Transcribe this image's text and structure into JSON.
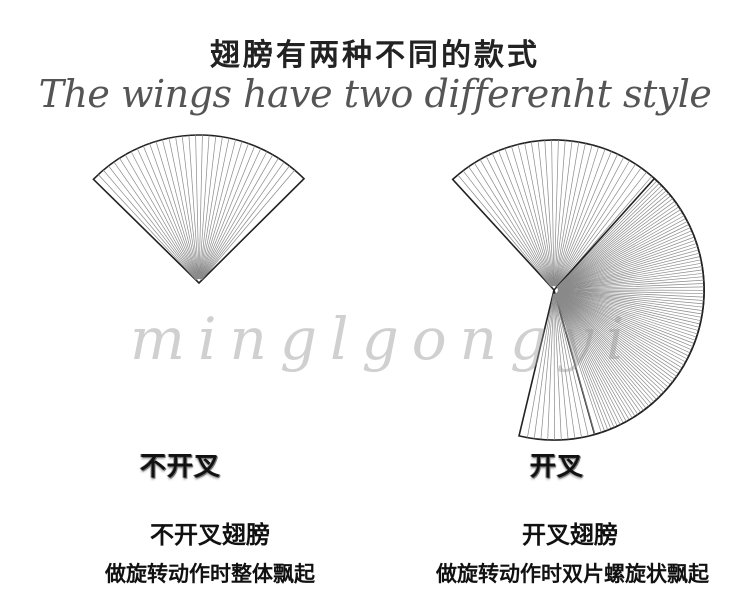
{
  "title_cn": "翅膀有两种不同的款式",
  "title_en": "The wings have two differenht style",
  "watermark": "minglgongyi",
  "left_wing": {
    "label": "不开叉",
    "caption_title": "不开叉翅膀",
    "caption_desc": "做旋转动作时整体飘起"
  },
  "right_wing": {
    "label": "开叉",
    "caption_title": "开叉翅膀",
    "caption_desc": "做旋转动作时双片螺旋状飘起"
  }
}
